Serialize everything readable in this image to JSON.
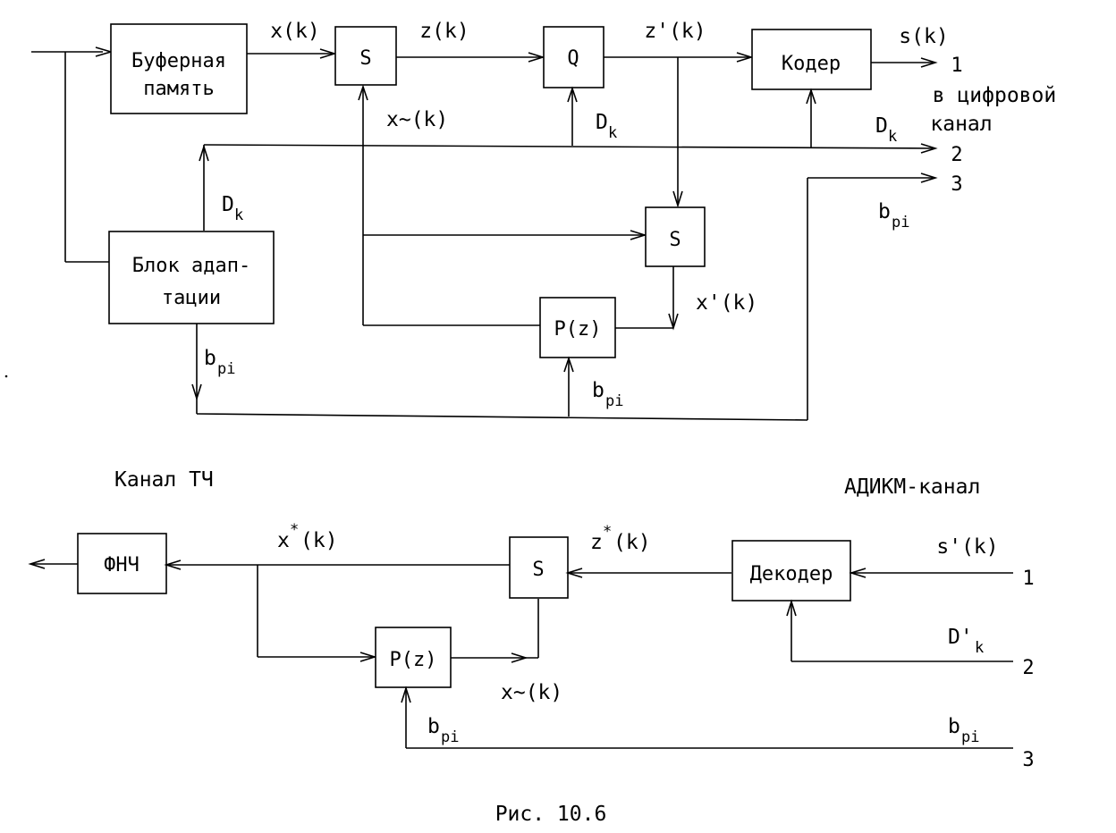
{
  "encoder": {
    "blocks": {
      "buffer": [
        "Буферная",
        "память"
      ],
      "sum1": "S",
      "quantizer": "Q",
      "coder": "Кодер",
      "sum2": "S",
      "predictor": "P(z)",
      "adaptation": [
        "Блок адап-",
        "тации"
      ]
    },
    "signals": {
      "x": "x(k)",
      "z": "z(k)",
      "zq": "z'(k)",
      "s": "s(k)",
      "xtilde": "x~(k)",
      "xq": "x'(k)"
    },
    "digital_channel": [
      "в цифровой",
      "канал"
    ]
  },
  "decoder": {
    "blocks": {
      "lpf": "ФНЧ",
      "sum": "S",
      "predictor": "P(z)",
      "decoder": "Декодер"
    },
    "signals": {
      "xstar_base": "x",
      "xstar_sup": "*",
      "xstar_tail": "(k)",
      "zstar_base": "z",
      "zstar_sup": "*",
      "zstar_tail": "(k)",
      "sprime": "s'(k)",
      "xtilde": "x~(k)"
    }
  },
  "sub_labels": {
    "D_base": "D",
    "D_sub": "k",
    "Dprime_base": "D'",
    "b_base": "b",
    "b_sub": "pi"
  },
  "ports": [
    "1",
    "2",
    "3"
  ],
  "section_labels": {
    "left": "Канал ТЧ",
    "right": "АДИКМ-канал"
  },
  "caption": "Рис. 10.6"
}
